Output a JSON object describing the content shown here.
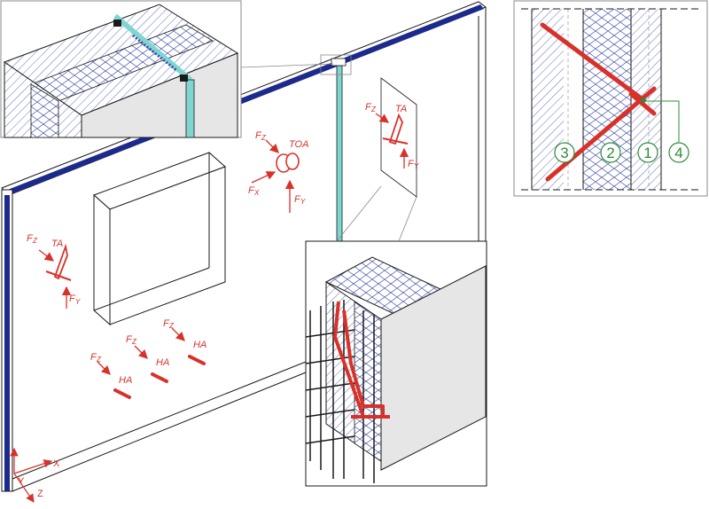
{
  "colors": {
    "line": "#1a1a1a",
    "red": "#d8312a",
    "green": "#2e8b3a",
    "blue": "#1c2a8c",
    "hatch": "#3a4aa8",
    "teal": "#7fd6d0",
    "grey": "#e6e6e6"
  },
  "anchors": {
    "ta_main": "TA",
    "ta_panel": "TA",
    "toa": "TOA",
    "ha1": "HA",
    "ha2": "HA",
    "ha3": "HA"
  },
  "forces": {
    "fz": "F",
    "fz_sub": "Z",
    "fy": "F",
    "fy_sub": "Y",
    "fx": "F",
    "fx_sub": "X"
  },
  "axes": {
    "x": "X",
    "y": "Y",
    "z": "Z"
  },
  "section_labels": [
    "3",
    "2",
    "1",
    "4"
  ]
}
